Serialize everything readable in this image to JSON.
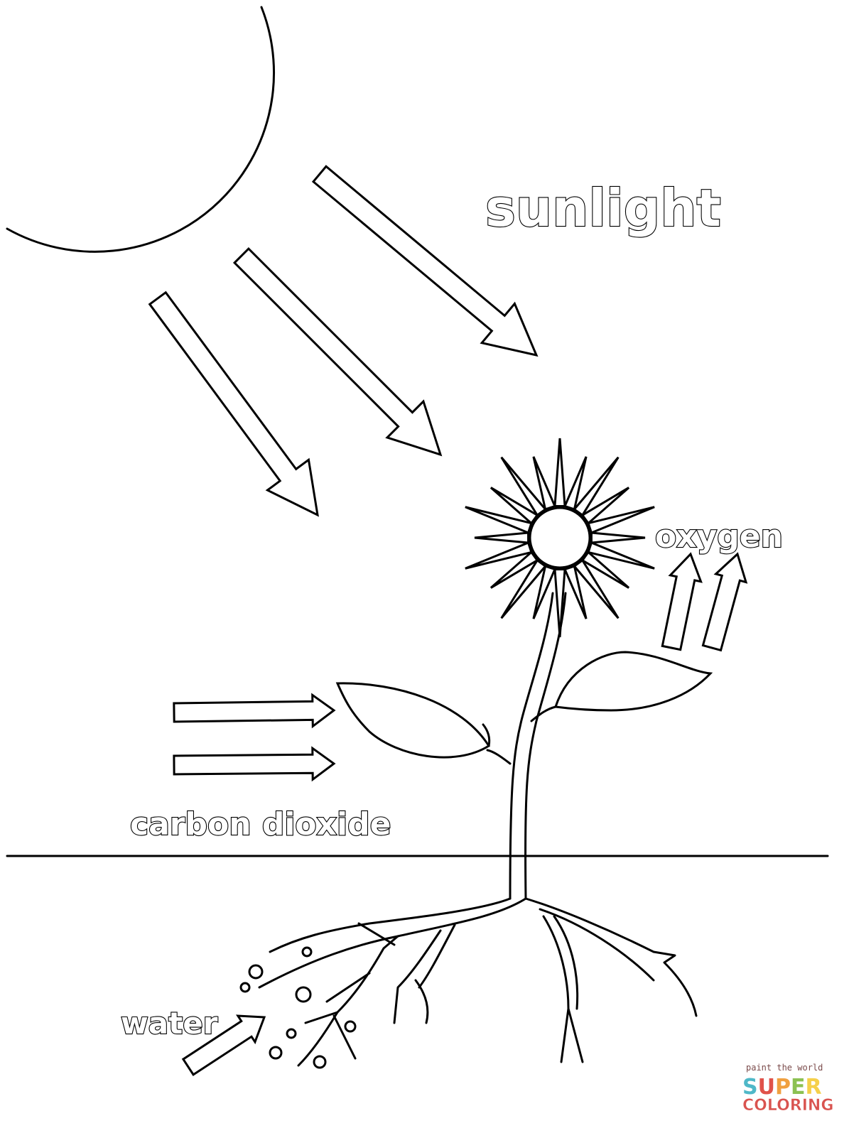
{
  "labels": {
    "sunlight": "sunlight",
    "oxygen": "oxygen",
    "carbon_dioxide": "carbon dioxide",
    "water": "water"
  },
  "logo": {
    "tagline": "paint the world",
    "line1": "SUPER",
    "line2": "COLORING"
  },
  "colors": {
    "line": "#000000",
    "background": "#ffffff",
    "logo_s": "#4fb8c8",
    "logo_u": "#e0524a",
    "logo_p": "#f0a040",
    "logo_e": "#8cc152",
    "logo_r": "#f5d04a",
    "logo_coloring": "#d9534f"
  }
}
